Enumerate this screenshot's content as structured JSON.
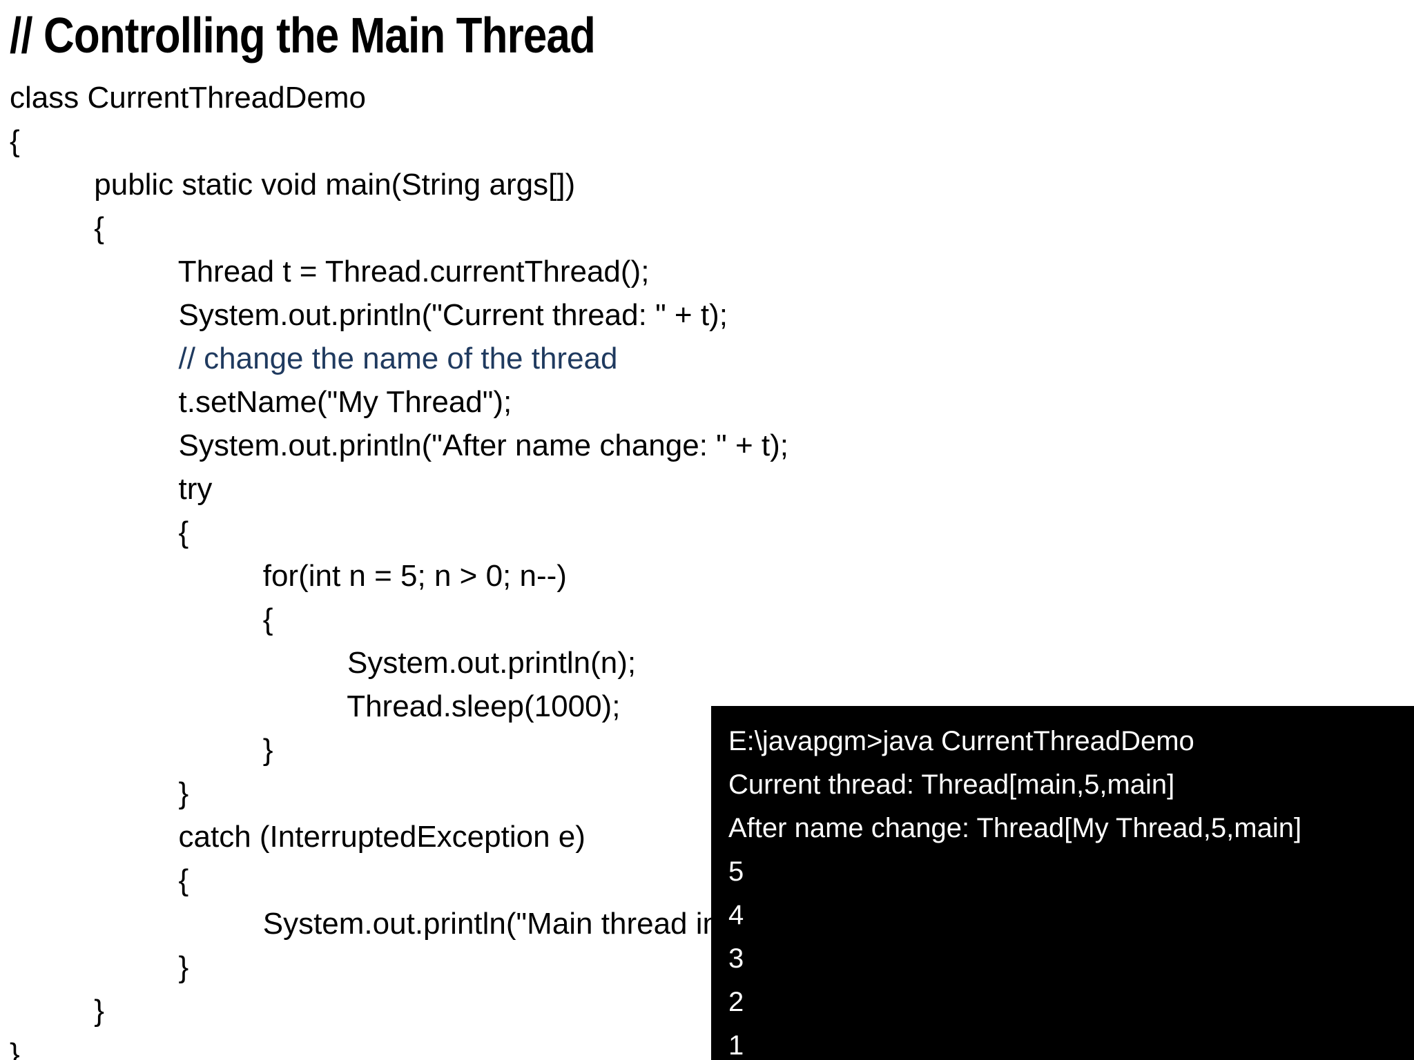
{
  "slide": {
    "title": "// Controlling the Main Thread",
    "background_color": "#ffffff",
    "text_color": "#000000",
    "comment_color": "#1F3A5F"
  },
  "code": {
    "language": "java",
    "lines": [
      {
        "text": "class CurrentThreadDemo",
        "type": "code"
      },
      {
        "text": "{",
        "type": "code"
      },
      {
        "text": "          public static void main(String args[])",
        "type": "code"
      },
      {
        "text": "          {",
        "type": "code"
      },
      {
        "text": "                    Thread t = Thread.currentThread();",
        "type": "code"
      },
      {
        "text": "                    System.out.println(\"Current thread: \" + t);",
        "type": "code"
      },
      {
        "text": "                    // change the name of the thread",
        "type": "comment"
      },
      {
        "text": "                    t.setName(\"My Thread\");",
        "type": "code"
      },
      {
        "text": "                    System.out.println(\"After name change: \" + t);",
        "type": "code"
      },
      {
        "text": "                    try",
        "type": "code"
      },
      {
        "text": "                    {",
        "type": "code"
      },
      {
        "text": "                              for(int n = 5; n > 0; n--)",
        "type": "code"
      },
      {
        "text": "                              {",
        "type": "code"
      },
      {
        "text": "                                        System.out.println(n);",
        "type": "code"
      },
      {
        "text": "                                        Thread.sleep(1000);",
        "type": "code"
      },
      {
        "text": "                              }",
        "type": "code"
      },
      {
        "text": "                    }",
        "type": "code"
      },
      {
        "text": "                    catch (InterruptedException e)",
        "type": "code"
      },
      {
        "text": "                    {",
        "type": "code"
      },
      {
        "text": "                              System.out.println(\"Main thread interrupted\");",
        "type": "code"
      },
      {
        "text": "                    }",
        "type": "code"
      },
      {
        "text": "          }",
        "type": "code"
      },
      {
        "text": "}",
        "type": "code"
      }
    ]
  },
  "console": {
    "background_color": "#000000",
    "text_color": "#ffffff",
    "lines": [
      "E:\\javapgm>java CurrentThreadDemo",
      "Current thread: Thread[main,5,main]",
      "After name change: Thread[My Thread,5,main]",
      "5",
      "4",
      "3",
      "2",
      "1"
    ]
  }
}
